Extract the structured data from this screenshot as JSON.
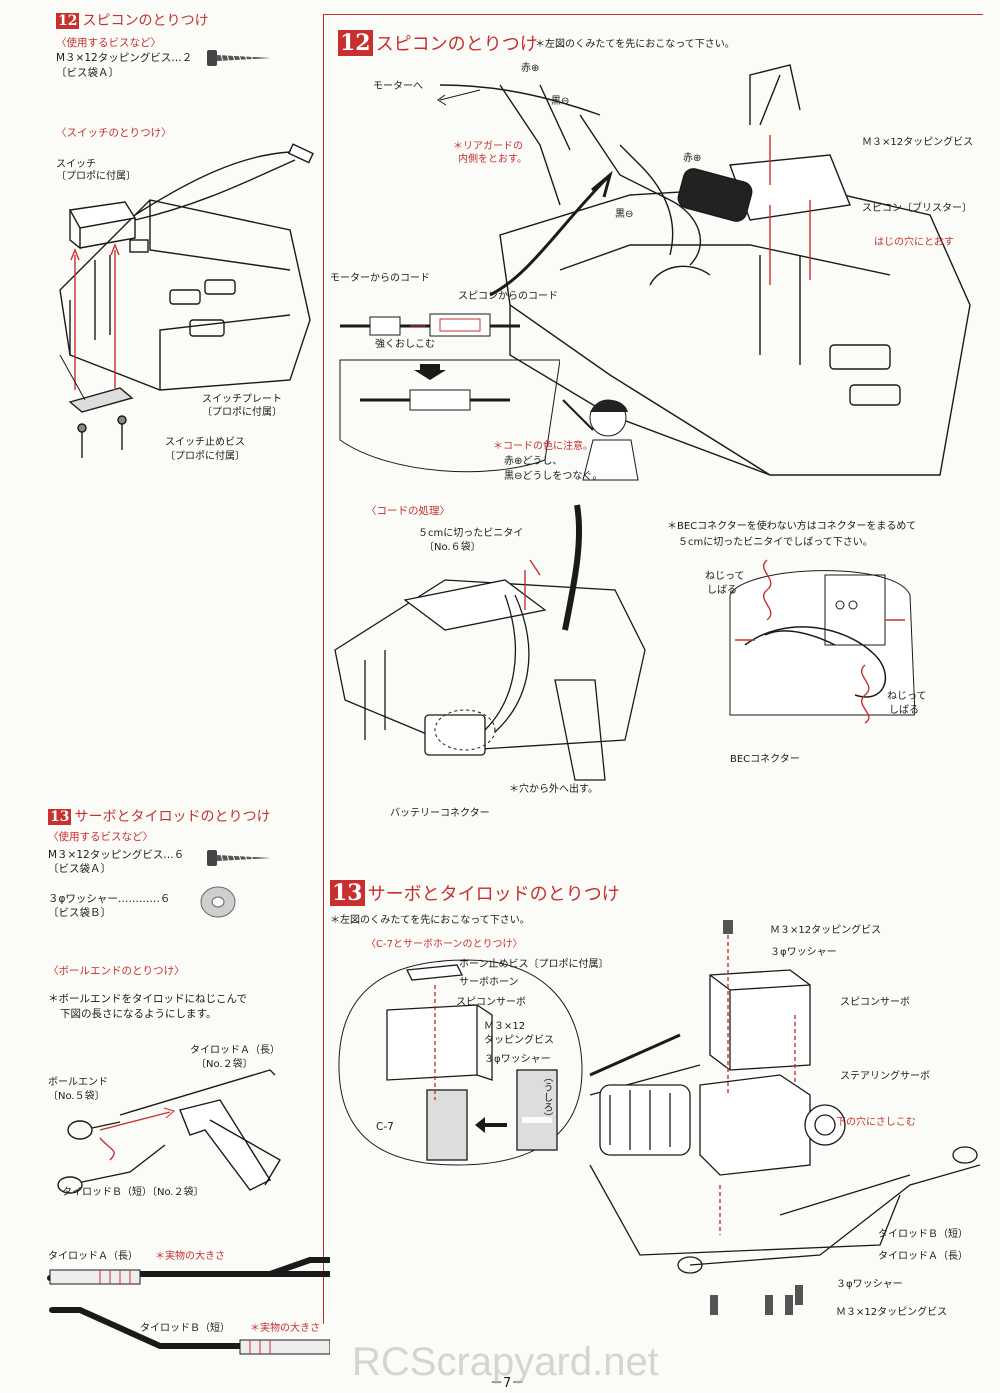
{
  "left": {
    "s12": {
      "num": "12",
      "title": "スピコンのとりつけ",
      "screws_heading": "〈使用するビスなど〉",
      "screws_line1": "M３×12タッピングビス…２",
      "screws_line2": "〔ビス袋Ａ〕",
      "switch_heading": "〈スイッチのとりつけ〉",
      "switch_label1": "スイッチ",
      "switch_label2": "〔プロポに付属〕",
      "plate_label1": "スイッチプレート",
      "plate_label2": "〔プロポに付属〕",
      "screw_label1": "スイッチ止めビス",
      "screw_label2": "〔プロポに付属〕"
    },
    "s13": {
      "num": "13",
      "title": "サーボとタイロッドのとりつけ",
      "screws_heading": "〈使用するビスなど〉",
      "screws_line1": "M３×12タッピングビス…６",
      "screws_line2": "〔ビス袋Ａ〕",
      "washer_line1": "３φワッシャー…………６",
      "washer_line2": "〔ビス袋Ｂ〕",
      "ballend_heading": "〈ボールエンドのとりつけ〉",
      "ballend_note1": "＊ボールエンドをタイロッドにねじこんで",
      "ballend_note2": "下図の長さになるようにします。",
      "rodA_label1": "タイロッドＡ（長）",
      "rodA_label2": "〔No.２袋〕",
      "ballend_label1": "ボールエンド",
      "ballend_label2": "〔No.５袋〕",
      "rodB_label": "タイロッドＢ（短）〔No.２袋〕",
      "actualA": "タイロッドＡ（長）",
      "actualA_note": "＊実物の大きさ",
      "actualB": "タイロッドＢ（短）",
      "actualB_note": "＊実物の大きさ"
    }
  },
  "right": {
    "s12": {
      "num": "12",
      "title": "スピコンのとりつけ",
      "note": "＊左図のくみたてを先におこなって下さい。",
      "to_motor": "モーターへ",
      "red_plus": "赤⊕",
      "black_minus": "黒⊖",
      "rear_guard1": "＊リアガードの",
      "rear_guard2": "内側をとおす。",
      "red_plus2": "赤⊕",
      "black_minus2": "黒⊖",
      "screw": "Ｍ３×12タッピングビス",
      "spicon": "スピコン〔ブリスター〕",
      "edge_hole": "はじの穴にとおす",
      "motor_cord": "モーターからのコード",
      "spicon_cord": "スピコンからのコード",
      "push_hard": "強くおしこむ",
      "color_note1": "＊コードの色に注意。",
      "color_note2": "赤⊕どうし、",
      "color_note3": "黒⊖どうしをつなぐ。",
      "cord_heading": "〈コードの処理〉",
      "tie1": "５cmに切ったビニタイ",
      "tie2": "〔No.６袋〕",
      "through_hole": "＊穴から外へ出す。",
      "battery_conn": "バッテリーコネクター",
      "bec_note1": "＊BECコネクターを使わない方はコネクターをまるめて",
      "bec_note2": "５cmに切ったビニタイでしばって下さい。",
      "twist1": "ねじって",
      "tie_up1": "しばる",
      "twist2": "ねじって",
      "tie_up2": "しばる",
      "bec_conn": "BECコネクター"
    },
    "s13": {
      "num": "13",
      "title": "サーボとタイロッドのとりつけ",
      "note": "＊左図のくみたてを先におこなって下さい。",
      "horn_heading": "〈C-7とサーボホーンのとりつけ〉",
      "horn_screw": "ホーン止めビス〔プロポに付属〕",
      "servo_horn": "サーボホーン",
      "spicon_servo": "スピコンサーボ",
      "m3_1": "Ｍ３×12",
      "m3_2": "タッピングビス",
      "washer": "３φワッシャー",
      "back": "（うしろ）",
      "c7": "C-7",
      "m3_top": "Ｍ３×12タッピングビス",
      "washer_top": "３φワッシャー",
      "spicon_servo2": "スピコンサーボ",
      "steering_servo": "ステアリングサーボ",
      "lower_hole": "下の穴にさしこむ",
      "rodB": "タイロッドＢ（短）",
      "rodA": "タイロッドＡ（長）",
      "washer_bot": "３φワッシャー",
      "m3_bot": "Ｍ３×12タッピングビス"
    }
  },
  "footer": {
    "page": "－7－",
    "watermark": "RCScrapyard.net"
  },
  "colors": {
    "accent": "#c8302f",
    "ink": "#1a1a1a",
    "paper": "#fbfbf7"
  }
}
